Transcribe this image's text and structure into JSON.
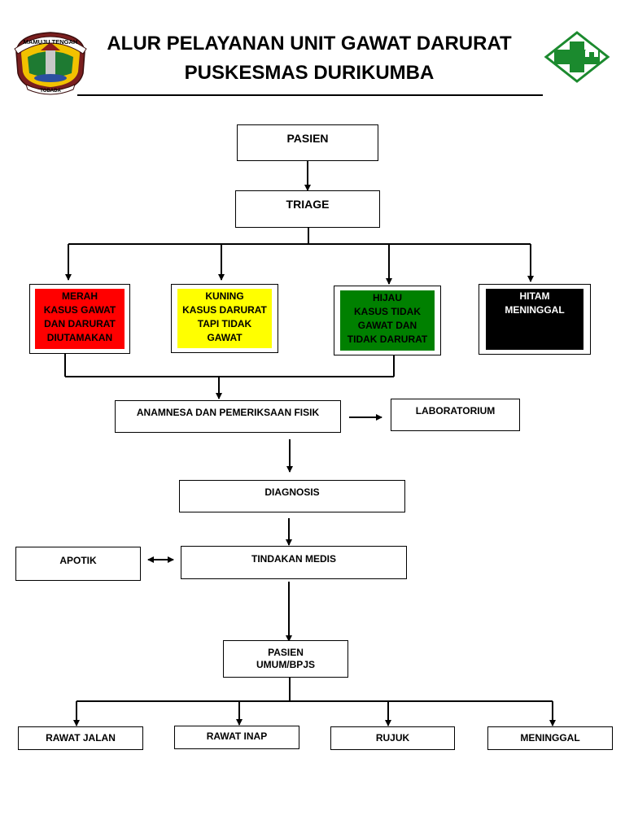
{
  "header": {
    "title_line1": "ALUR PELAYANAN UNIT GAWAT DARURAT",
    "title_line2": "PUSKESMAS DURIKUMBA",
    "left_logo_text_top": "MAMUJU TENGAH",
    "left_logo_text_bottom": "TOBADA"
  },
  "nodes": {
    "pasien": "PASIEN",
    "triage": "TRIAGE",
    "merah": [
      "MERAH",
      "KASUS GAWAT",
      "DAN DARURAT",
      "DIUTAMAKAN"
    ],
    "kuning": [
      "KUNING",
      "KASUS DARURAT",
      "TAPI TIDAK",
      "GAWAT"
    ],
    "hijau": [
      "HIJAU",
      "KASUS TIDAK",
      "GAWAT DAN",
      "TIDAK DARURAT"
    ],
    "hitam": [
      "HITAM",
      "MENINGGAL"
    ],
    "anamnesa": "ANAMNESA DAN PEMERIKSAAN FISIK",
    "laboratorium": "LABORATORIUM",
    "diagnosis": "DIAGNOSIS",
    "apotik": "APOTIK",
    "tindakan": "TINDAKAN MEDIS",
    "pasien_umum": [
      "PASIEN",
      "UMUM/BPJS"
    ],
    "rawat_jalan": "RAWAT JALAN",
    "rawat_inap": "RAWAT INAP",
    "rujuk": "RUJUK",
    "meninggal": "MENINGGAL"
  },
  "colors": {
    "merah": "#ff0000",
    "kuning": "#ffff00",
    "hijau": "#008000",
    "hitam": "#000000",
    "logo_green": "#1b8a2e"
  }
}
